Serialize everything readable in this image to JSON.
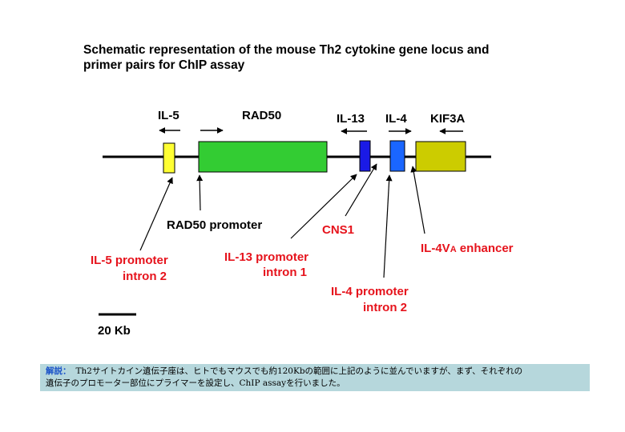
{
  "title": {
    "line1": "Schematic representation of the mouse Th2 cytokine gene locus and",
    "line2": "primer pairs for ChIP assay"
  },
  "genes": {
    "il5": "IL-5",
    "rad50": "RAD50",
    "il13": "IL-13",
    "il4": "IL-4",
    "kif3a": "KIF3A"
  },
  "labels": {
    "rad50_promoter": "RAD50 promoter",
    "cns1": "CNS1",
    "il5_promoter": "IL-5 promoter",
    "il5_intron": "intron 2",
    "il13_promoter": "IL-13 promoter",
    "il13_intron": "intron 1",
    "il4_promoter": "IL-4 promoter",
    "il4_intron": "intron 2",
    "il4va_main": "IL-4V",
    "il4va_sub": "A",
    "il4va_rest": " enhancer"
  },
  "scale": {
    "label": "20 Kb"
  },
  "colors": {
    "il5": "#ffff33",
    "rad50": "#33cc33",
    "il13": "#1a1ae6",
    "il4": "#1a66ff",
    "kif3a": "#cccc00",
    "red_label": "#e6131c",
    "note_bg": "#b6d7dc",
    "note_lead": "#1a52c8"
  },
  "note": {
    "lead": "解説：",
    "line1": "Th2サイトカイン遺伝子座は、ヒトでもマウスでも約120Kbの範囲に上記のように並んでいますが、まず、それぞれの",
    "line2": "遺伝子のプロモーター部位にプライマーを設定し、ChIP assayを行いました。"
  }
}
